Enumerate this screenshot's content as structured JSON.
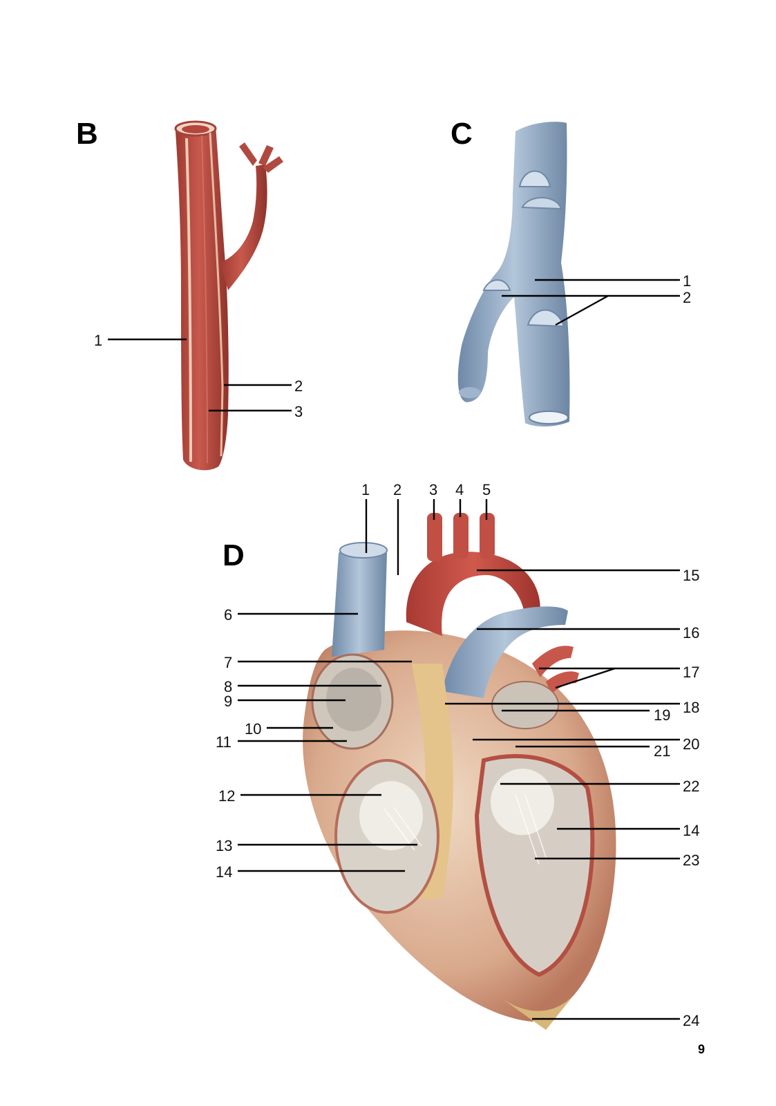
{
  "page": {
    "number": "9"
  },
  "panels": {
    "B": {
      "letter": "B",
      "image": "artery-cutaway-illustration",
      "labels": [
        "1",
        "2",
        "3"
      ]
    },
    "C": {
      "letter": "C",
      "image": "vein-valves-cutaway-illustration",
      "labels": [
        "1",
        "2"
      ]
    },
    "D": {
      "letter": "D",
      "image": "heart-frontal-section-illustration",
      "labels": [
        "1",
        "2",
        "3",
        "4",
        "5",
        "6",
        "7",
        "8",
        "9",
        "10",
        "11",
        "12",
        "13",
        "14",
        "14",
        "15",
        "16",
        "17",
        "18",
        "19",
        "20",
        "21",
        "22",
        "23",
        "24"
      ]
    }
  },
  "colors": {
    "artery": "#b8483e",
    "artery_light": "#e7b9a6",
    "vein": "#8fa8c4",
    "vein_light": "#d7e2ee",
    "myocardium": "#d9a08a",
    "fat": "#e8cf8f",
    "leader": "#000000"
  }
}
